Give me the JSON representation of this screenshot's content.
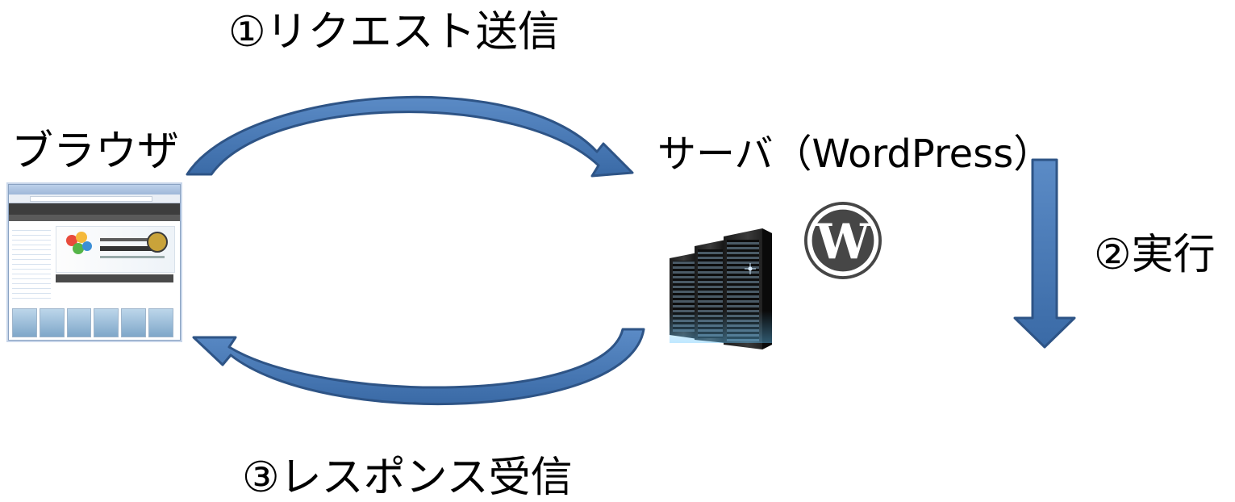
{
  "labels": {
    "step1": "①リクエスト送信",
    "browser": "ブラウザ",
    "server": "サーバ（WordPress）",
    "step2": "②実行",
    "step3": "③レスポンス受信"
  },
  "colors": {
    "arrow_fill": "#4a7ab5",
    "arrow_dark": "#2e5486",
    "text": "#000000"
  },
  "icons": {
    "browser": "browser-screenshot",
    "server": "server-rack-icon",
    "wordpress": "wordpress-logo"
  }
}
